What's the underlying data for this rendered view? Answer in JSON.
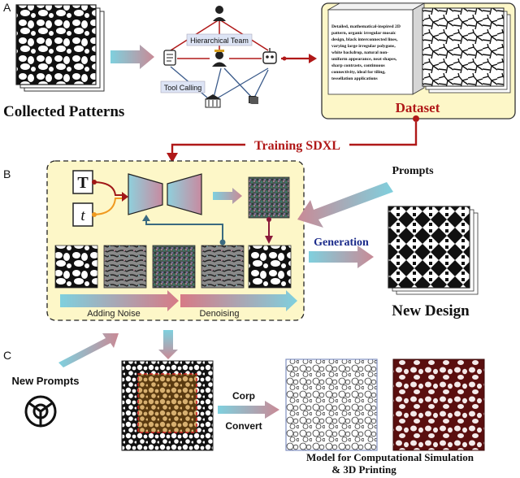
{
  "panels": {
    "a": "A",
    "b": "B",
    "c": "C"
  },
  "section_a": {
    "collected_patterns": "Collected Patterns",
    "hierarchical_team": "Hierarchical Team",
    "tool_calling": "Tool Calling",
    "dataset_label": "Dataset",
    "dataset_text_lines": [
      "Detailed, mathematical-inspired 2D",
      "pattern, organic irregular mosaic",
      "design, black interconnected lines,",
      "varying large irregular polygons,",
      "white backdrop, natural non-",
      "uniform appearance, neat shapes,",
      "sharp contrasts, continuous",
      "connectivity, ideal for tiling,",
      "tessellation applications"
    ]
  },
  "training_label": "Training SDXL",
  "section_b": {
    "token_T": "T",
    "token_t": "t",
    "adding_noise": "Adding Noise",
    "denoising": "Denoising",
    "prompts": "Prompts",
    "generation": "Generation",
    "new_design": "New Design"
  },
  "section_c": {
    "new_prompts": "New Prompts",
    "corp": "Corp",
    "convert": "Convert",
    "caption_line1": "Model for Computational Simulation",
    "caption_line2": "& 3D Printing"
  },
  "colors": {
    "accent_red": "#b01818",
    "arrow_teal": "#7fc8d6",
    "panel_yellow": "#fdf7c8",
    "dark_red_material": "#5a0f0f",
    "tan_fill": "#c7a062"
  }
}
